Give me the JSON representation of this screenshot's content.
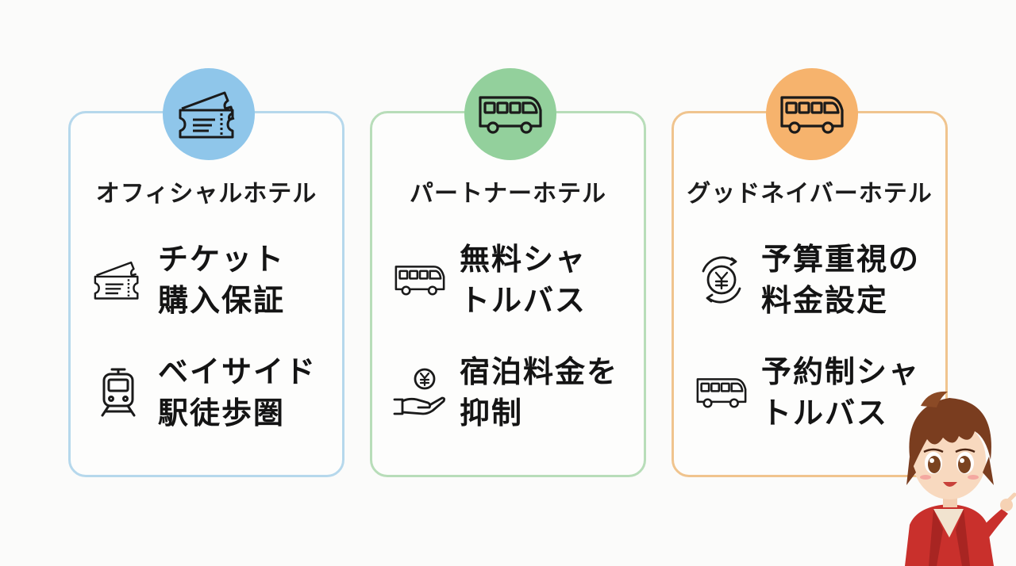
{
  "cards": [
    {
      "title": "オフィシャルホテル",
      "badge_icon": "ticket-icon",
      "accent": "#8fc6ea",
      "features": [
        {
          "icon": "ticket-icon",
          "line1": "チケット",
          "line2": "購入保証"
        },
        {
          "icon": "train-icon",
          "line1": "ベイサイド",
          "line2": "駅徒歩圏"
        }
      ]
    },
    {
      "title": "パートナーホテル",
      "badge_icon": "bus-icon",
      "accent": "#93d09c",
      "features": [
        {
          "icon": "bus-icon",
          "line1": "無料シャ",
          "line2": "トルバス"
        },
        {
          "icon": "yen-hand-icon",
          "line1": "宿泊料金を",
          "line2": "抑制"
        }
      ]
    },
    {
      "title": "グッドネイバーホテル",
      "badge_icon": "bus-icon",
      "accent": "#f6b36d",
      "features": [
        {
          "icon": "yen-coin-icon",
          "line1": "予算重視の",
          "line2": "料金設定"
        },
        {
          "icon": "bus-icon",
          "line1": "予約制シャ",
          "line2": "トルバス"
        }
      ]
    }
  ],
  "mascot": {
    "icon": "mascot-pointing-character"
  }
}
